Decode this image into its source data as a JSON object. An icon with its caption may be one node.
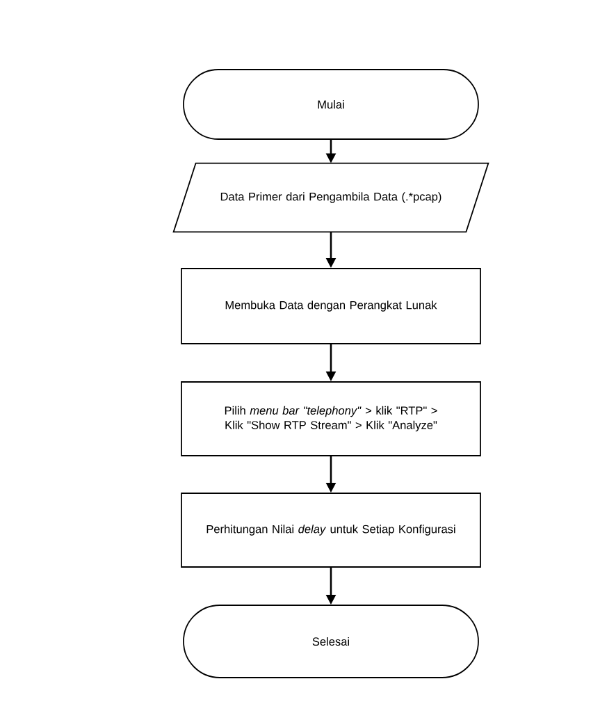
{
  "diagram": {
    "nodes": [
      {
        "text": [
          "Mulai"
        ]
      },
      {
        "text": [
          "Data Primer dari Pengambila Data (.*pcap)"
        ]
      },
      {
        "text": [
          "Membuka Data dengan Perangkat Lunak"
        ]
      },
      {
        "text": [
          "Pilih *menu bar \"telephony\"* > klik \"RTP\" > Klik \"Show RTP Stream\" > Klik \"Analyze\""
        ]
      },
      {
        "text": [
          "Perhitungan Nilai *delay* untuk Setiap Konfigurasi"
        ]
      },
      {
        "text": [
          "Selesai"
        ]
      }
    ],
    "edges": [
      {
        "from": 0,
        "to": 1,
        "arrow": "to"
      },
      {
        "from": 1,
        "to": 2,
        "arrow": "to"
      },
      {
        "from": 2,
        "to": 3,
        "arrow": "to"
      },
      {
        "from": 3,
        "to": 4,
        "arrow": "to"
      },
      {
        "from": 4,
        "to": 5,
        "arrow": "to"
      }
    ]
  }
}
